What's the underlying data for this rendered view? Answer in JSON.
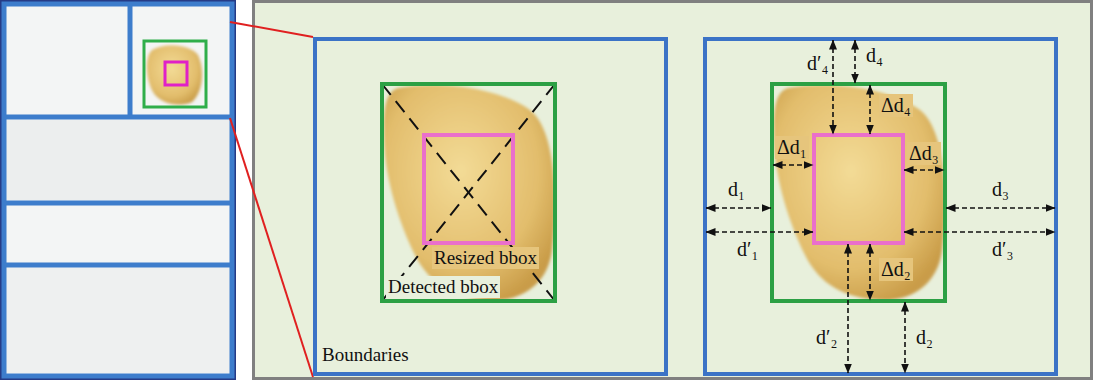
{
  "diagram": {
    "nodes": [
      {
        "text": [
          "Boundaries"
        ]
      },
      {
        "text": [
          "Detected bbox"
        ],
        "in": 0
      },
      {
        "text": [
          "Resized bbox"
        ],
        "in": 1
      }
    ],
    "labels": [
      "d′₄",
      "d₄",
      "Δd₄",
      "Δd₁",
      "Δd₃",
      "d₁",
      "d′₁",
      "d₃",
      "d′₃",
      "Δd₂",
      "d′₂",
      "d₂"
    ]
  }
}
